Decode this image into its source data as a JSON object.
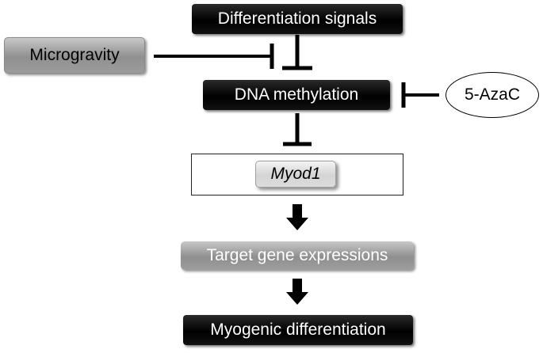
{
  "nodes": {
    "differentiation_signals": "Differentiation signals",
    "microgravity": "Microgravity",
    "dna_methylation": "DNA methylation",
    "aza": "5-AzaC",
    "myod1": "Myod1",
    "target_genes": "Target gene expressions",
    "myogenic_differentiation": "Myogenic differentiation"
  },
  "colors": {
    "dark_box": "#000000",
    "gray_box": "#9a9a9a",
    "light_box": "#d8d8d8",
    "line": "#000000"
  }
}
